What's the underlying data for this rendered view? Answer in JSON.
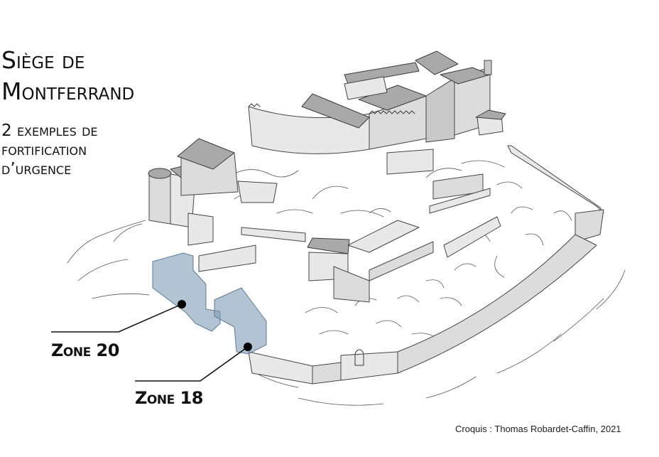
{
  "title": {
    "line1": "Siège de",
    "line2": "Montferrand"
  },
  "subtitle": {
    "line1": "2 exemples de",
    "line2": "fortification",
    "line3": "d’urgence"
  },
  "zones": [
    {
      "label": "Zone 20",
      "dot": [
        256,
        428
      ],
      "color": "#7f9db8"
    },
    {
      "label": "Zone 18",
      "dot": [
        349,
        488
      ],
      "color": "#7f9db8"
    }
  ],
  "credit": "Croquis : Thomas Robardet-Caffin, 2021",
  "colors": {
    "zone_fill": "#7f9db8",
    "ink": "#111111",
    "wash": "#dcdcdc",
    "background": "#ffffff"
  }
}
